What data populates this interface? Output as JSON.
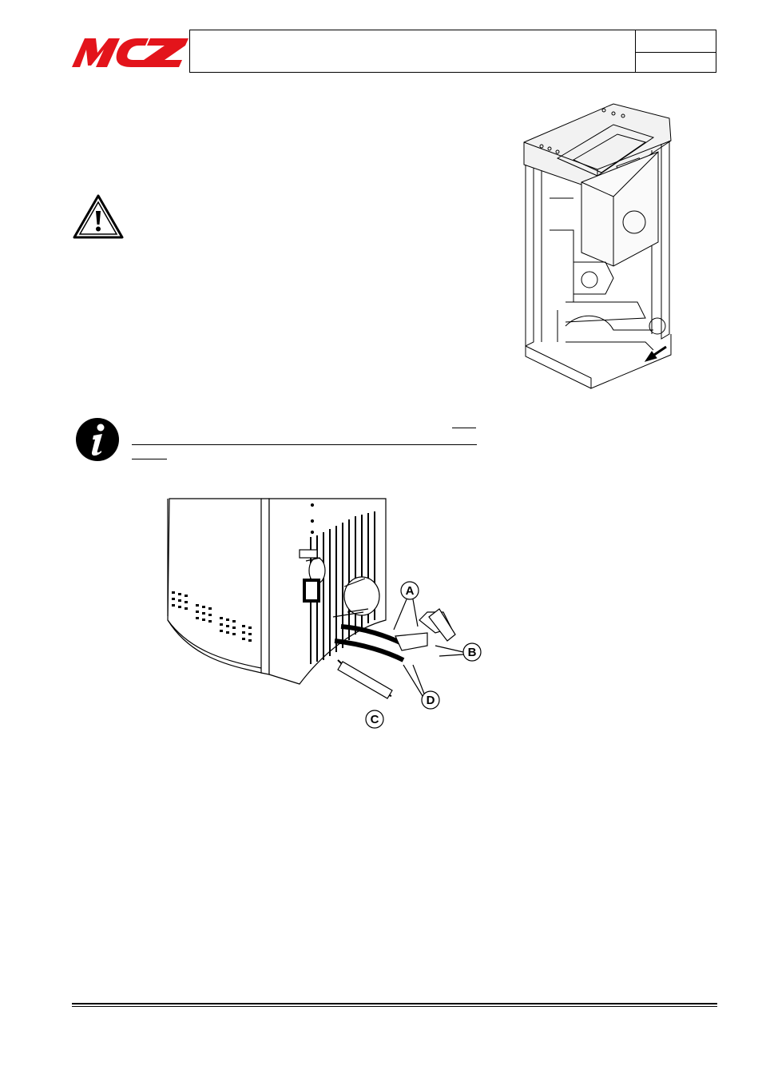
{
  "header": {
    "logo_text": "MCZ",
    "brand_color": "#e3141b"
  },
  "icons": {
    "warning": "warning-triangle-icon",
    "info": "info-i-icon"
  },
  "figure_pipes": {
    "labels": {
      "a": "A",
      "b": "B",
      "c": "C",
      "d": "D"
    }
  }
}
